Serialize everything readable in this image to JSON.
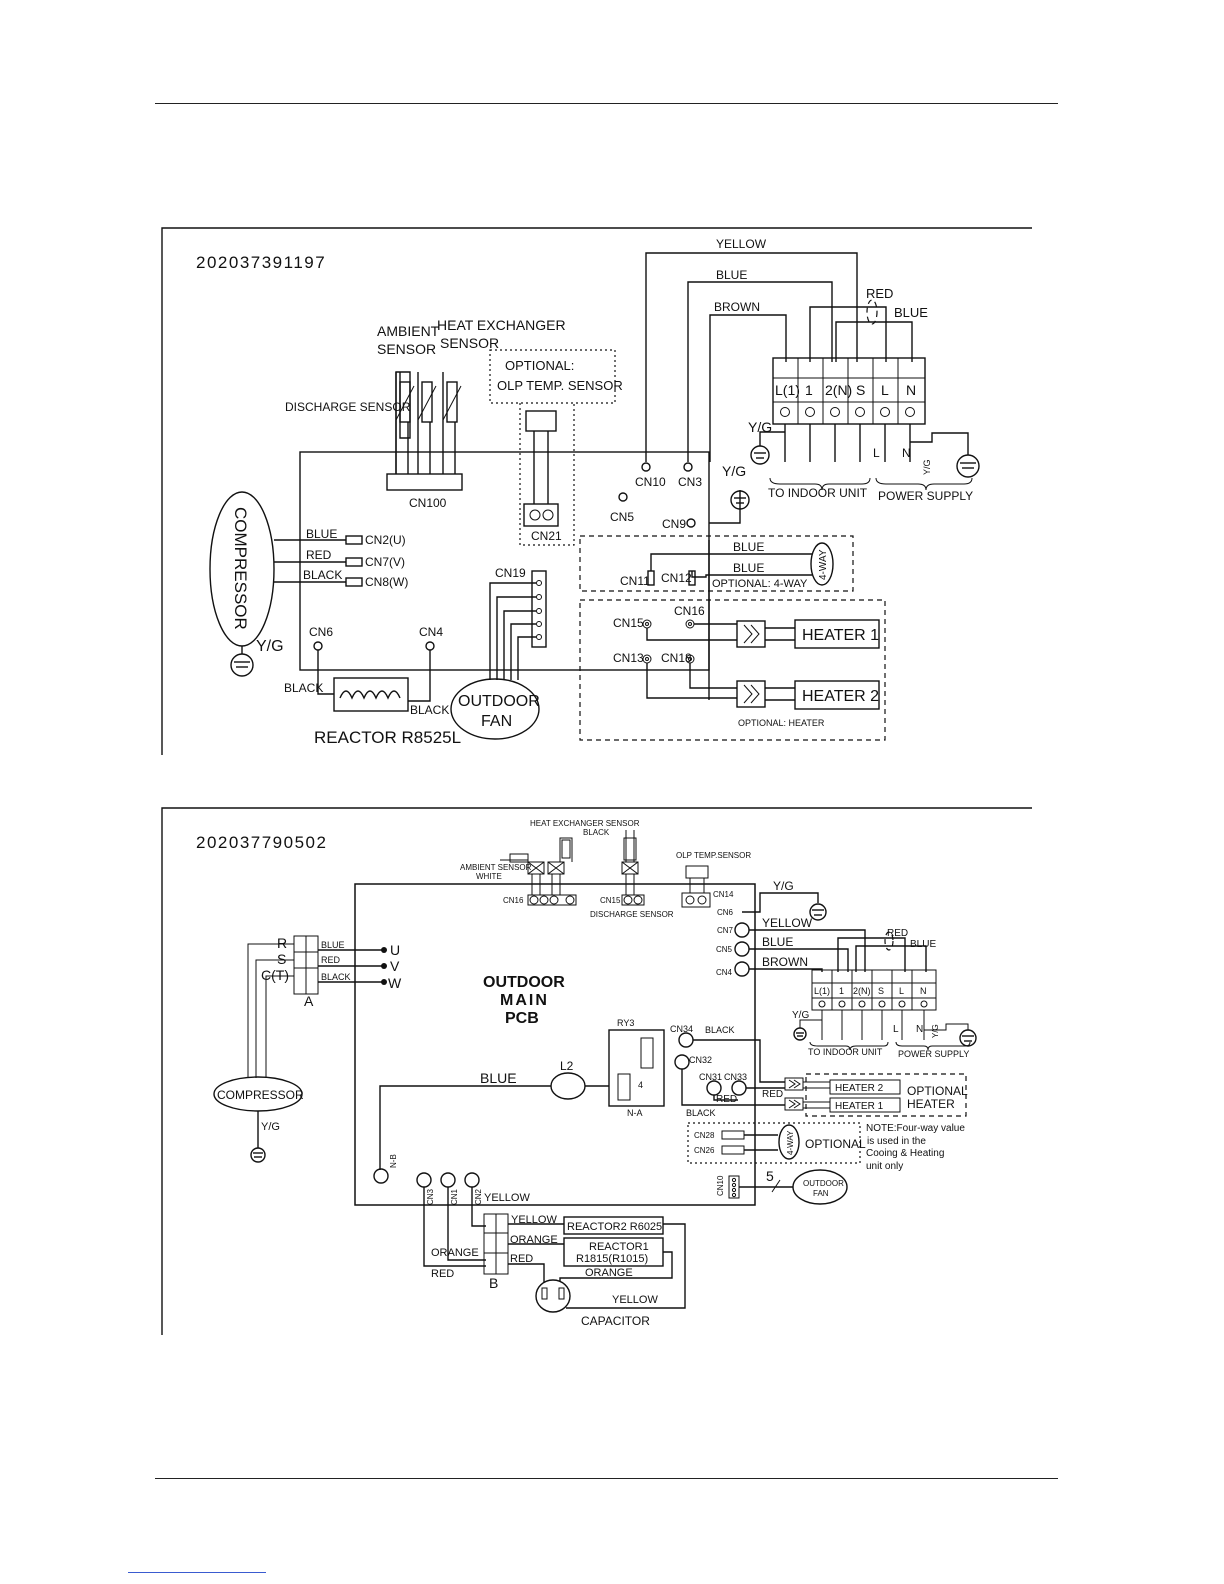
{
  "diagram1": {
    "code": "202037391197",
    "wires": {
      "yellow": "YELLOW",
      "blue": "BLUE",
      "brown": "BROWN",
      "red": "RED",
      "blue2": "BLUE"
    },
    "sensors": {
      "ambient_1": "AMBIENT",
      "ambient_2": "SENSOR",
      "heat_ex_1": "HEAT EXCHANGER",
      "heat_ex_2": "SENSOR",
      "discharge": "DISCHARGE SENSOR"
    },
    "optional_1": "OPTIONAL:",
    "optional_2": "OLP TEMP. SENSOR",
    "terminals": [
      "L(1)",
      "1",
      "2(N)",
      "S",
      "L",
      "N"
    ],
    "yg": "Y/G",
    "to_indoor": "TO INDOOR UNIT",
    "power_supply": "POWER SUPPLY",
    "l": "L",
    "n": "N",
    "connectors": {
      "cn100": "CN100",
      "cn21": "CN21",
      "cn10": "CN10",
      "cn3": "CN3",
      "cn5": "CN5",
      "cn9": "CN9",
      "cn2": "CN2(U)",
      "cn7": "CN7(V)",
      "cn8": "CN8(W)",
      "cn19": "CN19",
      "cn6": "CN6",
      "cn4": "CN4",
      "cn11": "CN11",
      "cn12": "CN12",
      "cn15": "CN15",
      "cn16": "CN16",
      "cn13": "CN13",
      "cn18": "CN18"
    },
    "comp_wires": {
      "blue": "BLUE",
      "red": "RED",
      "black": "BLACK"
    },
    "compressor": "COMPRESSOR",
    "fourway": {
      "blue1": "BLUE",
      "blue2": "BLUE",
      "label": "4-WAY",
      "optional": "OPTIONAL: 4-WAY"
    },
    "heater1": "HEATER 1",
    "heater2": "HEATER 2",
    "optional_heater": "OPTIONAL: HEATER",
    "black1": "BLACK",
    "black2": "BLACK",
    "reactor": "REACTOR R8525L",
    "fan_1": "OUTDOOR",
    "fan_2": "FAN"
  },
  "diagram2": {
    "code": "202037790502",
    "sensors": {
      "heat_ex": "HEAT EXCHANGER SENSOR",
      "black": "BLACK",
      "ambient": "AMBIENT SENSOR",
      "white": "WHITE",
      "discharge": "DISCHARGE SENSOR",
      "olp": "OLP TEMP.SENSOR"
    },
    "connectors": {
      "cn16": "CN16",
      "cn15": "CN15",
      "cn14": "CN14",
      "cn6": "CN6",
      "cn7": "CN7",
      "cn5": "CN5",
      "cn4": "CN4",
      "cn34": "CN34",
      "cn32": "CN32",
      "cn31": "CN31",
      "cn33": "CN33",
      "cn28": "CN28",
      "cn26": "CN26",
      "cn10": "CN10",
      "cn3": "CN3",
      "cn1": "CN1",
      "cn2": "CN2"
    },
    "wires": {
      "yg": "Y/G",
      "yellow": "YELLOW",
      "blue": "BLUE",
      "brown": "BROWN",
      "red": "RED",
      "blue2": "BLUE"
    },
    "terminals": [
      "L(1)",
      "1",
      "2(N)",
      "S",
      "L",
      "N"
    ],
    "to_indoor": "TO INDOOR UNIT",
    "power_supply": "POWER SUPPLY",
    "l": "L",
    "n": "N",
    "yg2": "Y/G",
    "rsc": {
      "r": "R",
      "s": "S",
      "c": "C(T)",
      "a": "A"
    },
    "uvw_wires": {
      "blue": "BLUE",
      "red": "RED",
      "black": "BLACK"
    },
    "uvw": {
      "u": "U",
      "v": "V",
      "w": "W"
    },
    "pcb_1": "OUTDOOR",
    "pcb_2": "MAIN",
    "pcb_3": "PCB",
    "ry3": "RY3",
    "relay_4": "4",
    "na": "N-A",
    "nb": "N-B",
    "l2": "L2",
    "blue_line": "BLUE",
    "black_a": "BLACK",
    "black_b": "BLACK",
    "red_a": "RED",
    "red_b": "RED",
    "heater2": "HEATER  2",
    "heater1": "HEATER  1",
    "optional_heater_1": "OPTIONAL",
    "optional_heater_2": "HEATER",
    "fourway": "4-WAY",
    "optional": "OPTIONAL",
    "note_1": "NOTE:Four-way value",
    "note_2": "is used in the",
    "note_3": "Cooing  & Heating",
    "note_4": "unit only",
    "five": "5",
    "fan_1": "OUTDOOR",
    "fan_2": "FAN",
    "compressor": "COMPRESSOR",
    "comp_yg": "Y/G",
    "yellow_cn2": "YELLOW",
    "b_wires": {
      "yellow": "YELLOW",
      "orange": "ORANGE",
      "red": "RED",
      "orange_left": "ORANGE",
      "red_left": "RED"
    },
    "b": "B",
    "reactor2": "REACTOR2  R6025",
    "reactor1_1": "REACTOR1",
    "reactor1_2": "R1815(R1015)",
    "orange_r1": "ORANGE",
    "yellow_cap": "YELLOW",
    "capacitor": "CAPACITOR"
  }
}
